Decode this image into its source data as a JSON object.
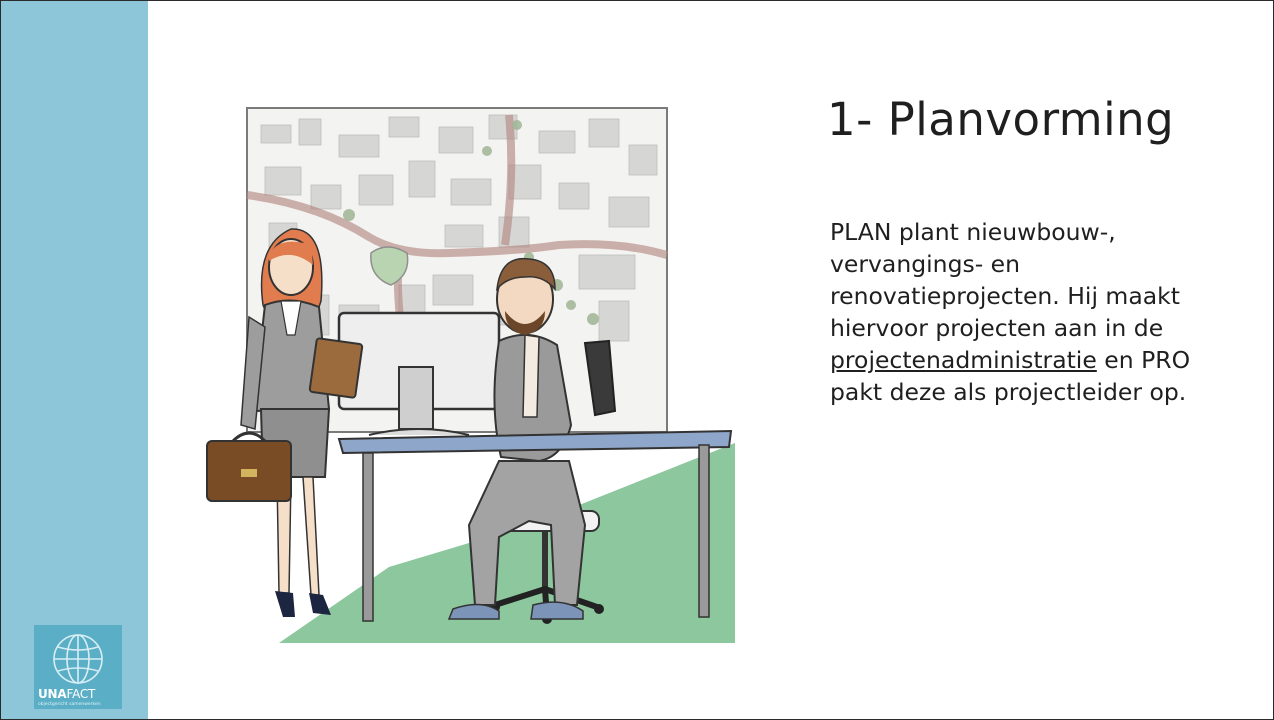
{
  "slide": {
    "title": "1- Planvorming",
    "body": {
      "line1": "PLAN plant nieuwbouw-, vervangings- en renovatieprojecten. Hij maakt hiervoor projecten aan in de",
      "link_text": "projectenadministratie",
      "line2": "en PRO pakt deze als projectleider op."
    }
  },
  "logo": {
    "name_bold": "UNA",
    "name_light": "FACT",
    "tagline": "objectgericht samenwerken"
  },
  "colors": {
    "side_band": "#8dc6d9",
    "logo_bg": "#5aaec6",
    "floor": "#8cc79d",
    "text": "#1f1f1f"
  }
}
